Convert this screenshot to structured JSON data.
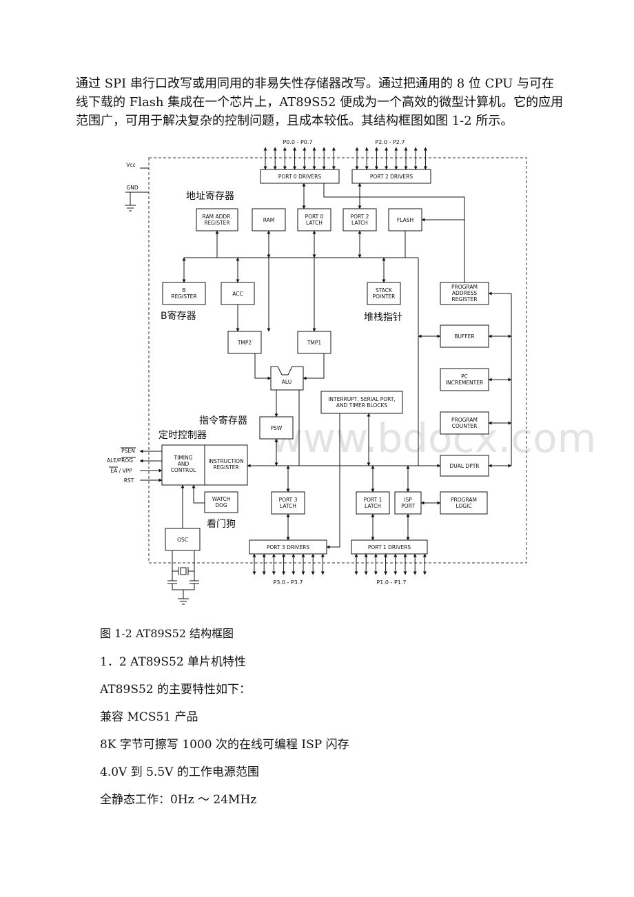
{
  "intro_lines": [
    "通过 SPI 串行口改写或用同用的非易失性存储器改写。通过把通用的 8 位 CPU 与可在",
    "线下载的 Flash 集成在一个芯片上，AT89S52 便成为一个高效的微型计算机。它的应用",
    "范围广，可用于解决复杂的控制问题，且成本较低。其结构框图如图 1-2 所示。"
  ],
  "diagram": {
    "watermark": "www.bdocx.com",
    "port_labels": {
      "p0": "P0.0 - P0.7",
      "p2": "P2.0 - P2.7",
      "p3": "P3.0 - P3.7",
      "p1": "P1.0 - P1.7"
    },
    "power": {
      "vcc": "Vcc",
      "gnd": "GND"
    },
    "blocks": {
      "port0_drivers": "PORT 0 DRIVERS",
      "port2_drivers": "PORT 2 DRIVERS",
      "ram_addr_l1": "RAM ADDR.",
      "ram_addr_l2": "REGISTER",
      "ram": "RAM",
      "port0_latch_l1": "PORT 0",
      "port0_latch_l2": "LATCH",
      "port2_latch_l1": "PORT 2",
      "port2_latch_l2": "LATCH",
      "flash": "FLASH",
      "b_reg_l1": "B",
      "b_reg_l2": "REGISTER",
      "acc": "ACC",
      "stack_l1": "STACK",
      "stack_l2": "POINTER",
      "pa_reg_l1": "PROGRAM",
      "pa_reg_l2": "ADDRESS",
      "pa_reg_l3": "REGISTER",
      "buffer": "BUFFER",
      "tmp2": "TMP2",
      "tmp1": "TMP1",
      "alu": "ALU",
      "pc_inc_l1": "PC",
      "pc_inc_l2": "INCREMENTER",
      "interrupt_l1": "INTERRUPT, SERIAL PORT,",
      "interrupt_l2": "AND TIMER BLOCKS",
      "prog_counter_l1": "PROGRAM",
      "prog_counter_l2": "COUNTER",
      "psw": "PSW",
      "timing_l1": "TIMING",
      "timing_l2": "AND",
      "timing_l3": "CONTROL",
      "ir_l1": "INSTRUCTION",
      "ir_l2": "REGISTER",
      "dual_dptr": "DUAL DPTR",
      "watchdog_l1": "WATCH",
      "watchdog_l2": "DOG",
      "port3_latch_l1": "PORT 3",
      "port3_latch_l2": "LATCH",
      "port1_latch_l1": "PORT 1",
      "port1_latch_l2": "LATCH",
      "isp_port_l1": "ISP",
      "isp_port_l2": "PORT",
      "program_logic_l1": "PROGRAM",
      "program_logic_l2": "LOGIC",
      "osc": "OSC",
      "port3_drivers": "PORT 3 DRIVERS",
      "port1_drivers": "PORT 1 DRIVERS"
    },
    "signals": {
      "psen": "PSEN",
      "ale": "ALE/PROG",
      "ea": "EA / VPP",
      "rst": "RST"
    },
    "annotations": {
      "addr_reg": "地址寄存器",
      "b_reg": "B寄存器",
      "stack": "堆栈指针",
      "instr_reg": "指令寄存器",
      "timing": "定时控制器",
      "watchdog": "看门狗"
    }
  },
  "caption": "图 1-2 AT89S52 结构框图",
  "items": [
    "1．2 AT89S52 单片机特性",
    "AT89S52 的主要特性如下：",
    "兼容 MCS51 产品",
    "8K 字节可擦写 1000 次的在线可编程 ISP 闪存",
    "4.0V 到 5.5V 的工作电源范围",
    "全静态工作：0Hz ～ 24MHz"
  ]
}
